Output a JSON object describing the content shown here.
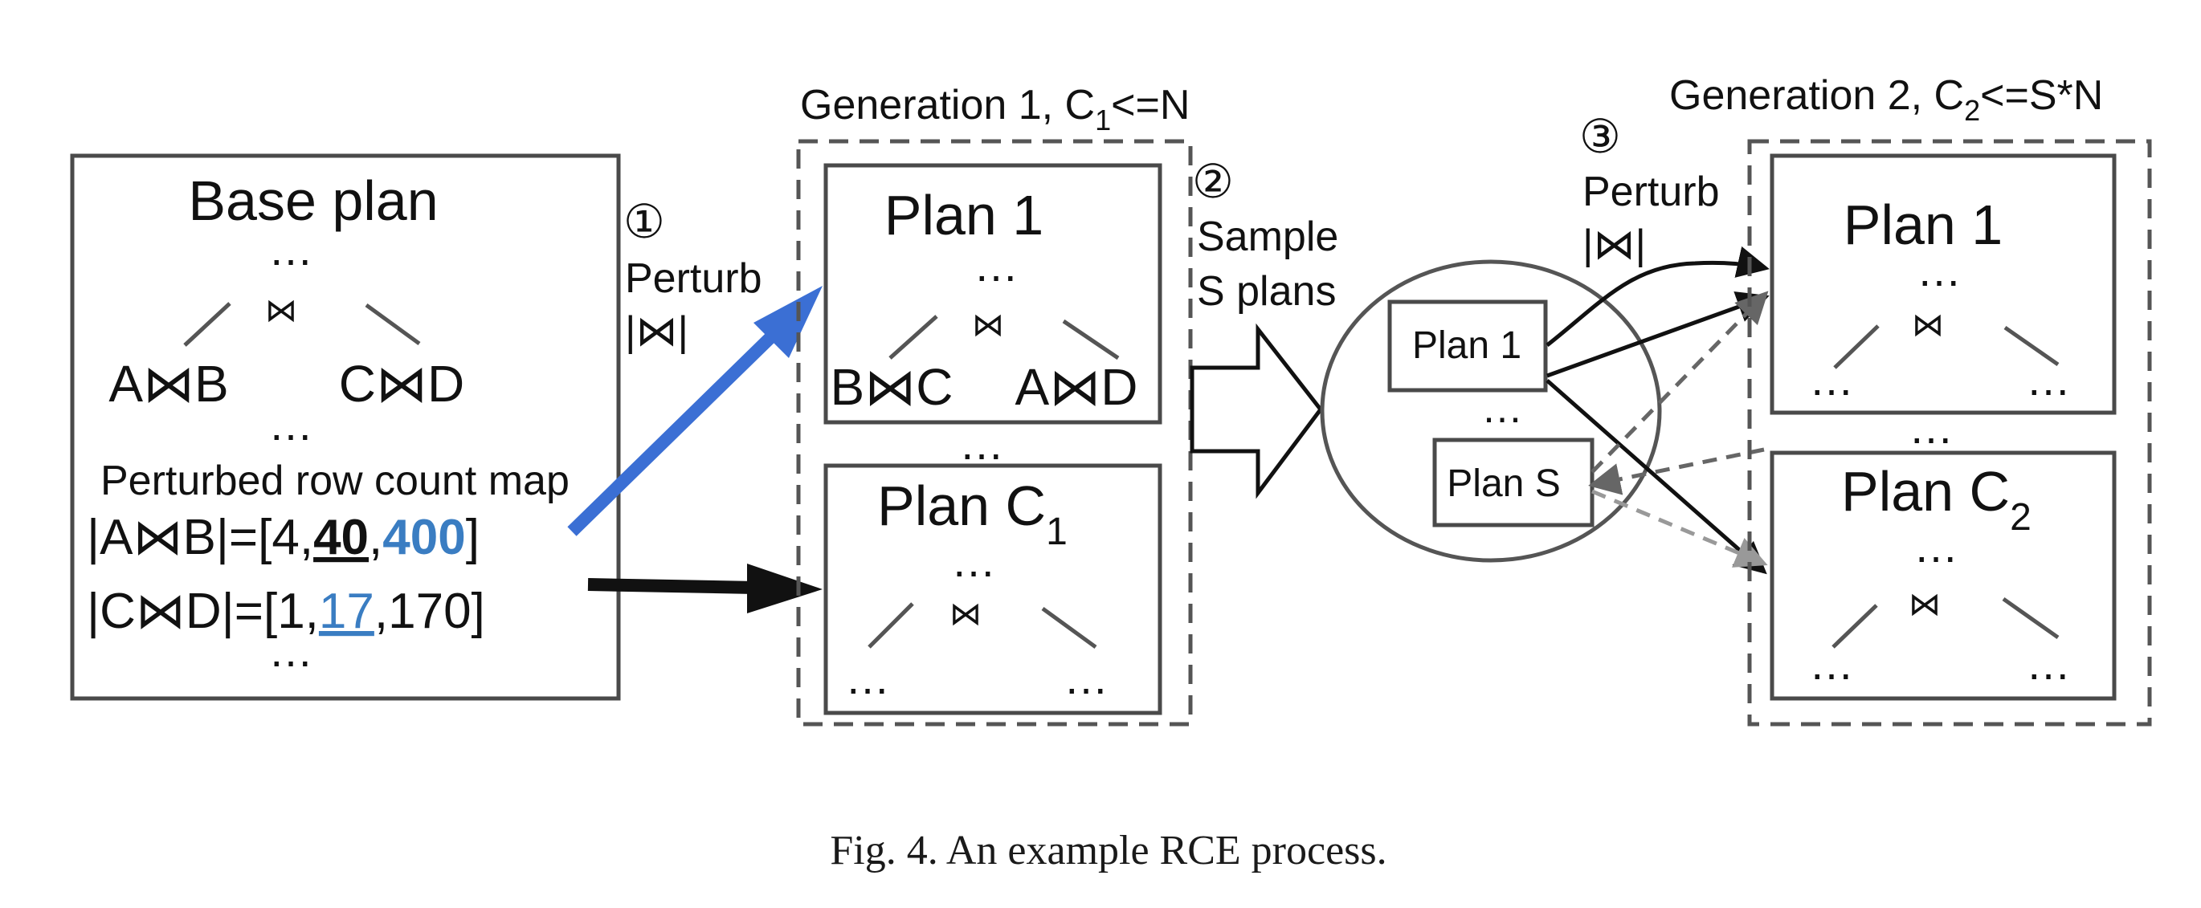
{
  "colors": {
    "box_stroke": "#4a4a4a",
    "text": "#111111",
    "accent_blue": "#3b6fd4",
    "num_blue": "#3a7dc2",
    "dashed_gray": "#666666",
    "light_gray": "#999999"
  },
  "base_plan": {
    "title": "Base plan",
    "dots": "…",
    "join": "⋈",
    "left_join": "A⋈B",
    "right_join": "C⋈D",
    "map_title": "Perturbed row count map",
    "row1": {
      "prefix": "|A⋈B|=[4,",
      "bold": "40",
      "comma": ",",
      "blue": "400",
      "suffix": "]"
    },
    "row2": {
      "prefix": "|C⋈D|=[1,",
      "blue": "17",
      "suffix": ",170]"
    }
  },
  "step1": {
    "num": "①",
    "label": "Perturb",
    "sym": "|⋈|"
  },
  "generation1": {
    "title_main": "Generation 1, C",
    "title_sub": "1",
    "title_tail": "<=N",
    "plan1": {
      "title": "Plan 1",
      "dots": "…",
      "join": "⋈",
      "left": "B⋈C",
      "right": "A⋈D"
    },
    "between_dots": "…",
    "planC": {
      "title": "Plan C",
      "sub": "1",
      "dots": "…",
      "join": "⋈",
      "left": "…",
      "right": "…"
    }
  },
  "step2": {
    "num": "②",
    "line1": "Sample",
    "line2": "S plans"
  },
  "sample": {
    "plan1": "Plan 1",
    "dots": "…",
    "planS": "Plan S"
  },
  "step3": {
    "num": "③",
    "label": "Perturb",
    "sym": "|⋈|"
  },
  "generation2": {
    "title_main": "Generation 2, C",
    "title_sub": "2",
    "title_tail": "<=S*N",
    "plan1": {
      "title": "Plan 1",
      "dots": "…",
      "join": "⋈",
      "left": "…",
      "right": "…"
    },
    "between_dots": "…",
    "planC": {
      "title": "Plan C",
      "sub": "2",
      "dots": "…",
      "join": "⋈",
      "left": "…",
      "right": "…"
    }
  },
  "caption": "Fig. 4.  An example RCE process."
}
